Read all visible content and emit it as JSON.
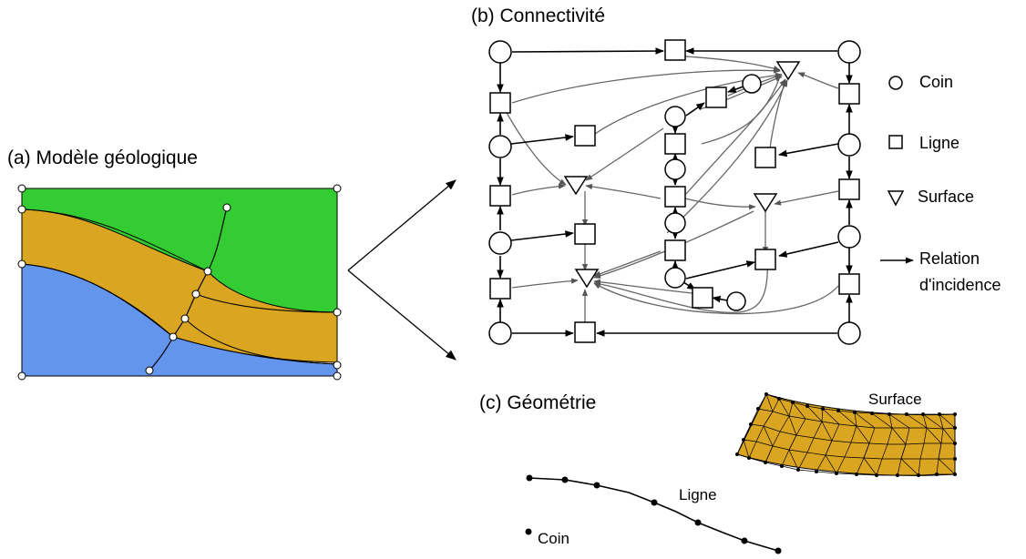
{
  "panel_a": {
    "title": "(a) Modèle géologique"
  },
  "panel_b": {
    "title": "(b) Connectivité",
    "legend": {
      "corner": "Coin",
      "line": "Ligne",
      "surface": "Surface",
      "relation_line1": "Relation",
      "relation_line2": "d'incidence"
    }
  },
  "panel_c": {
    "title": "(c) Géométrie",
    "surface_label": "Surface",
    "line_label": "Ligne",
    "corner_label": "Coin"
  },
  "colors": {
    "green_layer": "#33cc33",
    "orange_layer": "#daa520",
    "blue_layer": "#6495ed",
    "surface_mesh_fill": "#daa520",
    "edge_gray": "#666666"
  }
}
